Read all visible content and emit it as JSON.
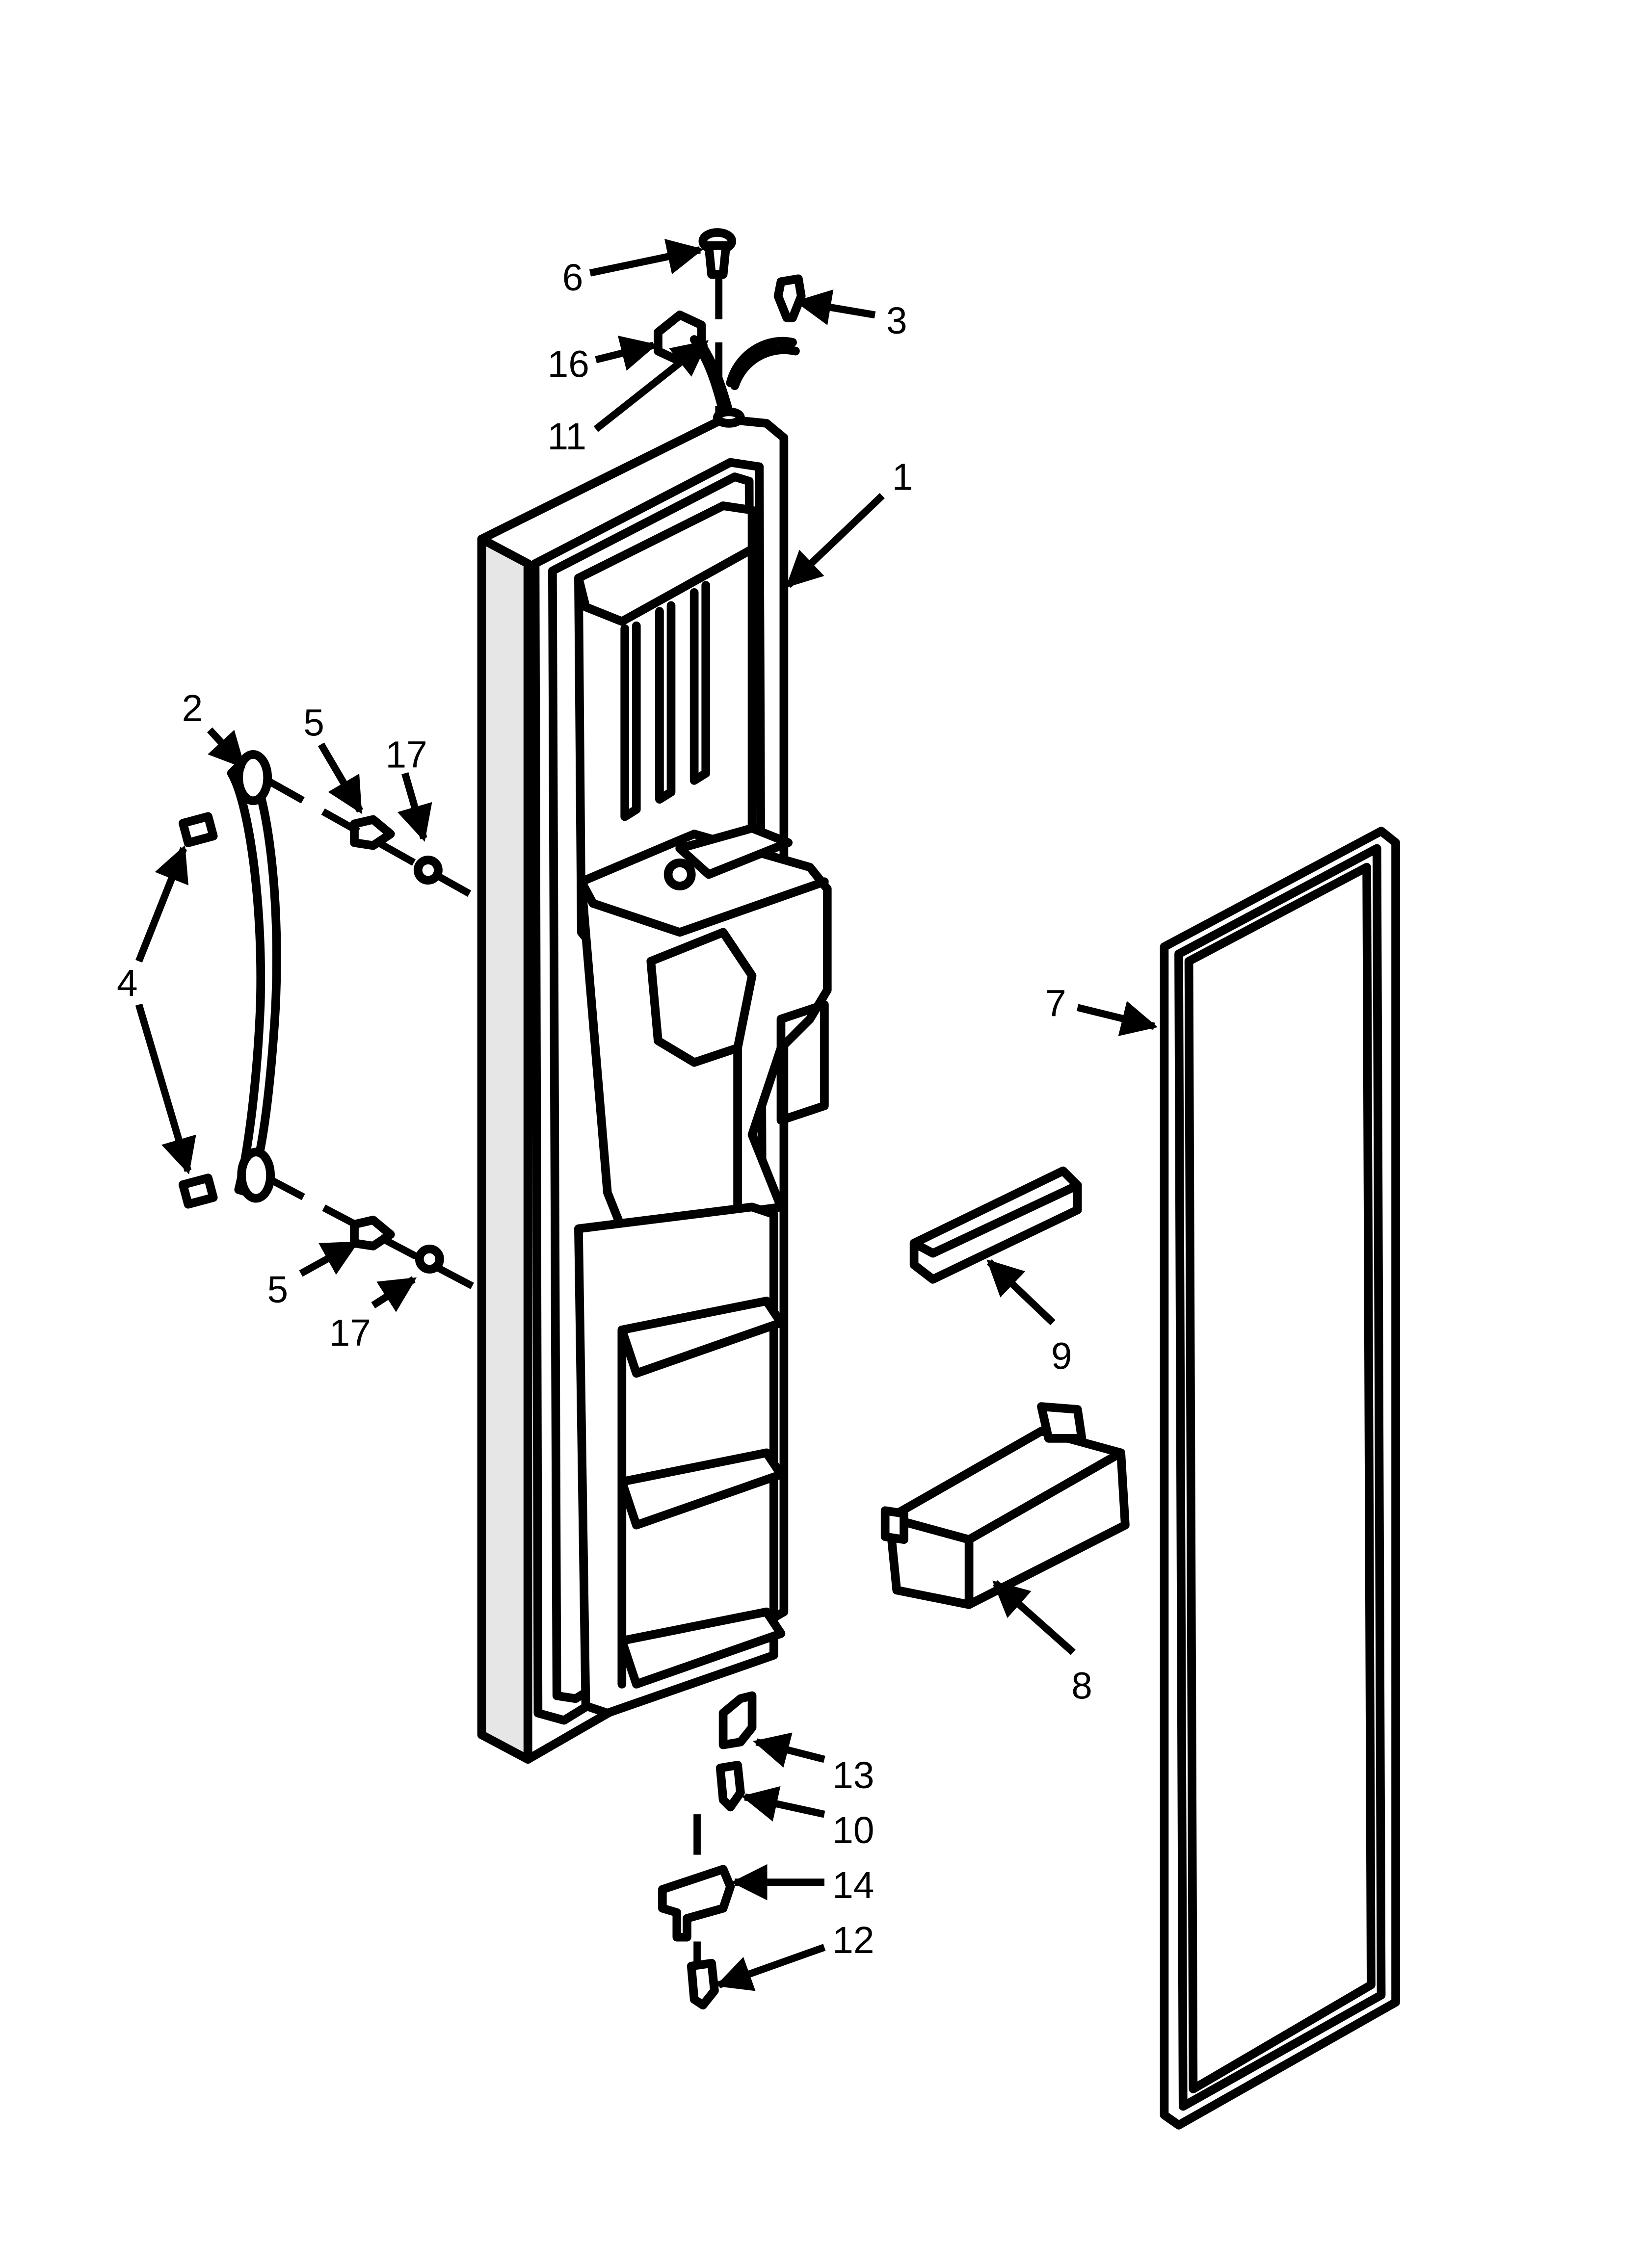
{
  "callouts": [
    {
      "id": "1",
      "text": "1"
    },
    {
      "id": "2",
      "text": "2"
    },
    {
      "id": "3",
      "text": "3"
    },
    {
      "id": "4",
      "text": "4"
    },
    {
      "id": "5a",
      "text": "5"
    },
    {
      "id": "5b",
      "text": "5"
    },
    {
      "id": "6",
      "text": "6"
    },
    {
      "id": "7",
      "text": "7"
    },
    {
      "id": "8",
      "text": "8"
    },
    {
      "id": "9",
      "text": "9"
    },
    {
      "id": "10",
      "text": "10"
    },
    {
      "id": "11",
      "text": "11"
    },
    {
      "id": "12",
      "text": "12"
    },
    {
      "id": "13",
      "text": "13"
    },
    {
      "id": "14",
      "text": "14"
    },
    {
      "id": "16",
      "text": "16"
    },
    {
      "id": "17a",
      "text": "17"
    },
    {
      "id": "17b",
      "text": "17"
    }
  ],
  "colors": {
    "line": "#000000",
    "background": "#ffffff",
    "shade": "#e6e6e6"
  }
}
